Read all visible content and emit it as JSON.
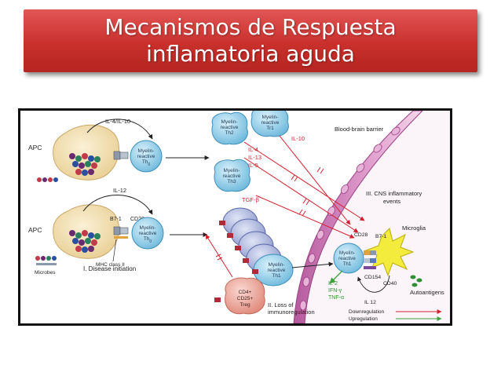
{
  "slide": {
    "title_line1": "Mecanismos de Respuesta",
    "title_line2": "inflamatoria aguda"
  },
  "figure": {
    "labels": {
      "apc_top": "APC",
      "apc_bottom": "APC",
      "il4_il10": "IL-4/IL-10",
      "il12_top": "IL-12",
      "b71_left": "B7-1",
      "cd28_left": "CD28",
      "mhc_class_ii": "MHC class II",
      "microbes": "Microbes",
      "disease_initiation": "I. Disease initiation",
      "th0_line1": "Myelin-",
      "th0_line2": "reactive",
      "th0_line3": "Th",
      "th0_sub": "0",
      "th2_line1": "Myelin-",
      "th2_line2": "reactive",
      "th2_line3": "Th2",
      "tr1_line1": "Myelin-",
      "tr1_line2": "reactive",
      "tr1_line3": "Tr1",
      "th3_line1": "Myelin-",
      "th3_line2": "reactive",
      "th3_line3": "Th3",
      "th1_line1": "Myelin-",
      "th1_line2": "reactive",
      "th1_line3": "Th1",
      "cns_th1_line1": "Myelin-",
      "cns_th1_line2": "reactive",
      "cns_th1_line3": "Th1",
      "il10": "IL-10",
      "il4": "IL-4",
      "il13": "IL-13",
      "il5": "IL-5",
      "tgfb": "TGF-β",
      "bbb": "Blood-brain barrier",
      "cns_events_line1": "III. CNS inflammatory",
      "cns_events_line2": "events",
      "cd28_right": "CD28",
      "b71_right": "B7-1",
      "microglia": "Microglia",
      "cd154": "CD154",
      "cd40": "CD40",
      "il2": "IL-2",
      "ifng": "IFN-γ",
      "tnfa": "TNF-α",
      "il12_right": "IL 12",
      "autoantigens": "Autoantigens",
      "treg_line1": "CD4+",
      "treg_line2": "CD25+",
      "treg_line3": "Treg",
      "loss_line1": "II. Loss of",
      "loss_line2": "immunoregulation",
      "downregulation": "Downregulation",
      "upregulation": "Upregulation"
    },
    "colors": {
      "tcell_fill": "#8fd0ea",
      "tcell_stroke": "#3d8fb8",
      "apc_fill": "#f3deb0",
      "apc_stroke": "#c9a868",
      "bbb_fill": "#d17ab7",
      "treg_fill": "#eda59a",
      "down_arrow": "#d61f2e",
      "up_arrow": "#3ea13a",
      "cytokine_red": "#d61f2e",
      "cytokine_green": "#2f8f32",
      "microglia_fill": "#f4ec3c"
    }
  }
}
